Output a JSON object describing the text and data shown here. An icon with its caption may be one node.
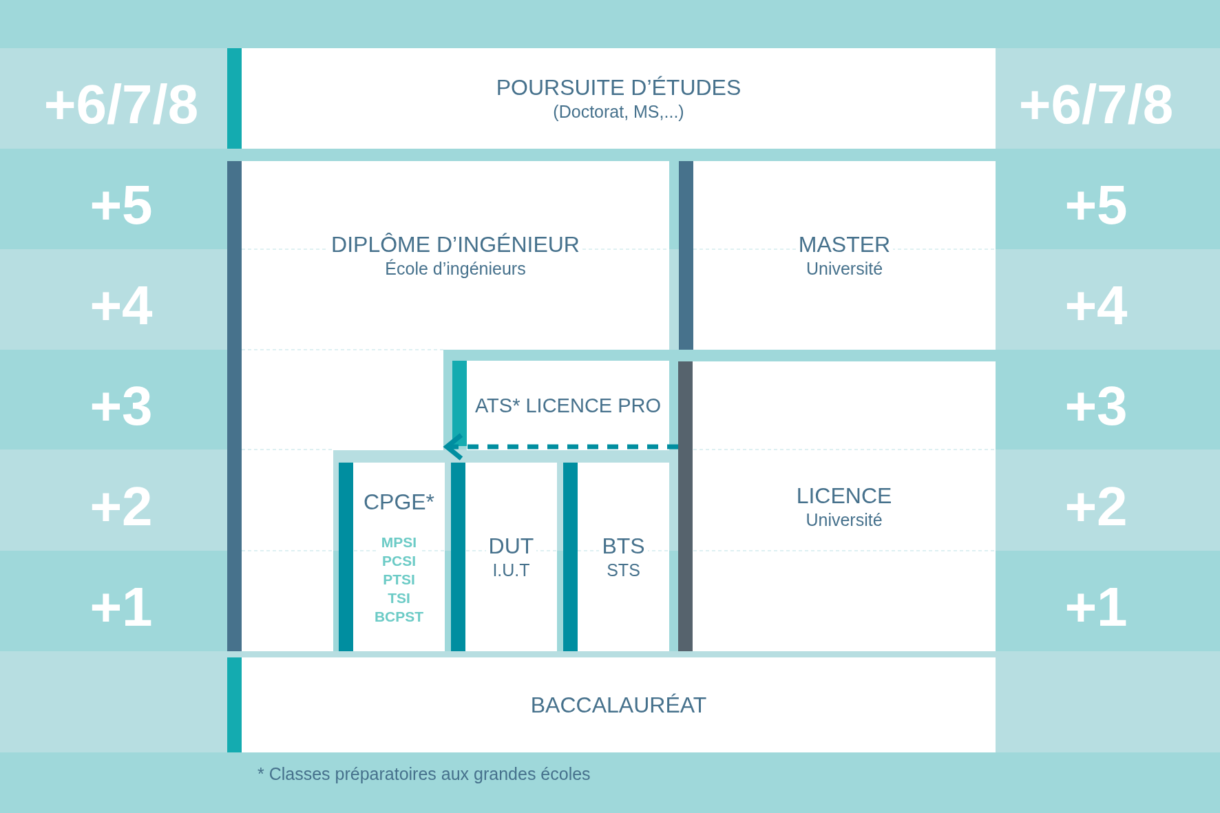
{
  "diagram": {
    "nodes": [
      {
        "text": [
          "POURSUITE D’ÉTUDES",
          "(Doctorat, MS,...)"
        ]
      },
      {
        "text": [
          "DIPLÔME D’INGÉNIEUR",
          "École d’ingénieurs"
        ]
      },
      {
        "text": [
          "MASTER",
          "Université"
        ]
      },
      {
        "text": [
          "ATS* LICENCE PRO"
        ]
      },
      {
        "text": [
          "LICENCE",
          "Université"
        ]
      },
      {
        "text": [
          "CPGE*",
          "MPSI",
          "PCSI",
          "PTSI",
          "TSI",
          "BCPST"
        ]
      },
      {
        "text": [
          "DUT",
          "I.U.T"
        ]
      },
      {
        "text": [
          "BTS",
          "STS"
        ]
      },
      {
        "text": [
          "BACCALAURÉAT"
        ]
      }
    ],
    "edges": [
      {
        "from": 4,
        "to": 1,
        "arrow": "to",
        "style": "dashed"
      }
    ],
    "labels": [
      "+6/7/8",
      "+6/7/8",
      "+5",
      "+5",
      "+4",
      "+4",
      "+3",
      "+3",
      "+2",
      "+2",
      "+1",
      "+1",
      "* Classes préparatoires aux grandes écoles"
    ]
  }
}
